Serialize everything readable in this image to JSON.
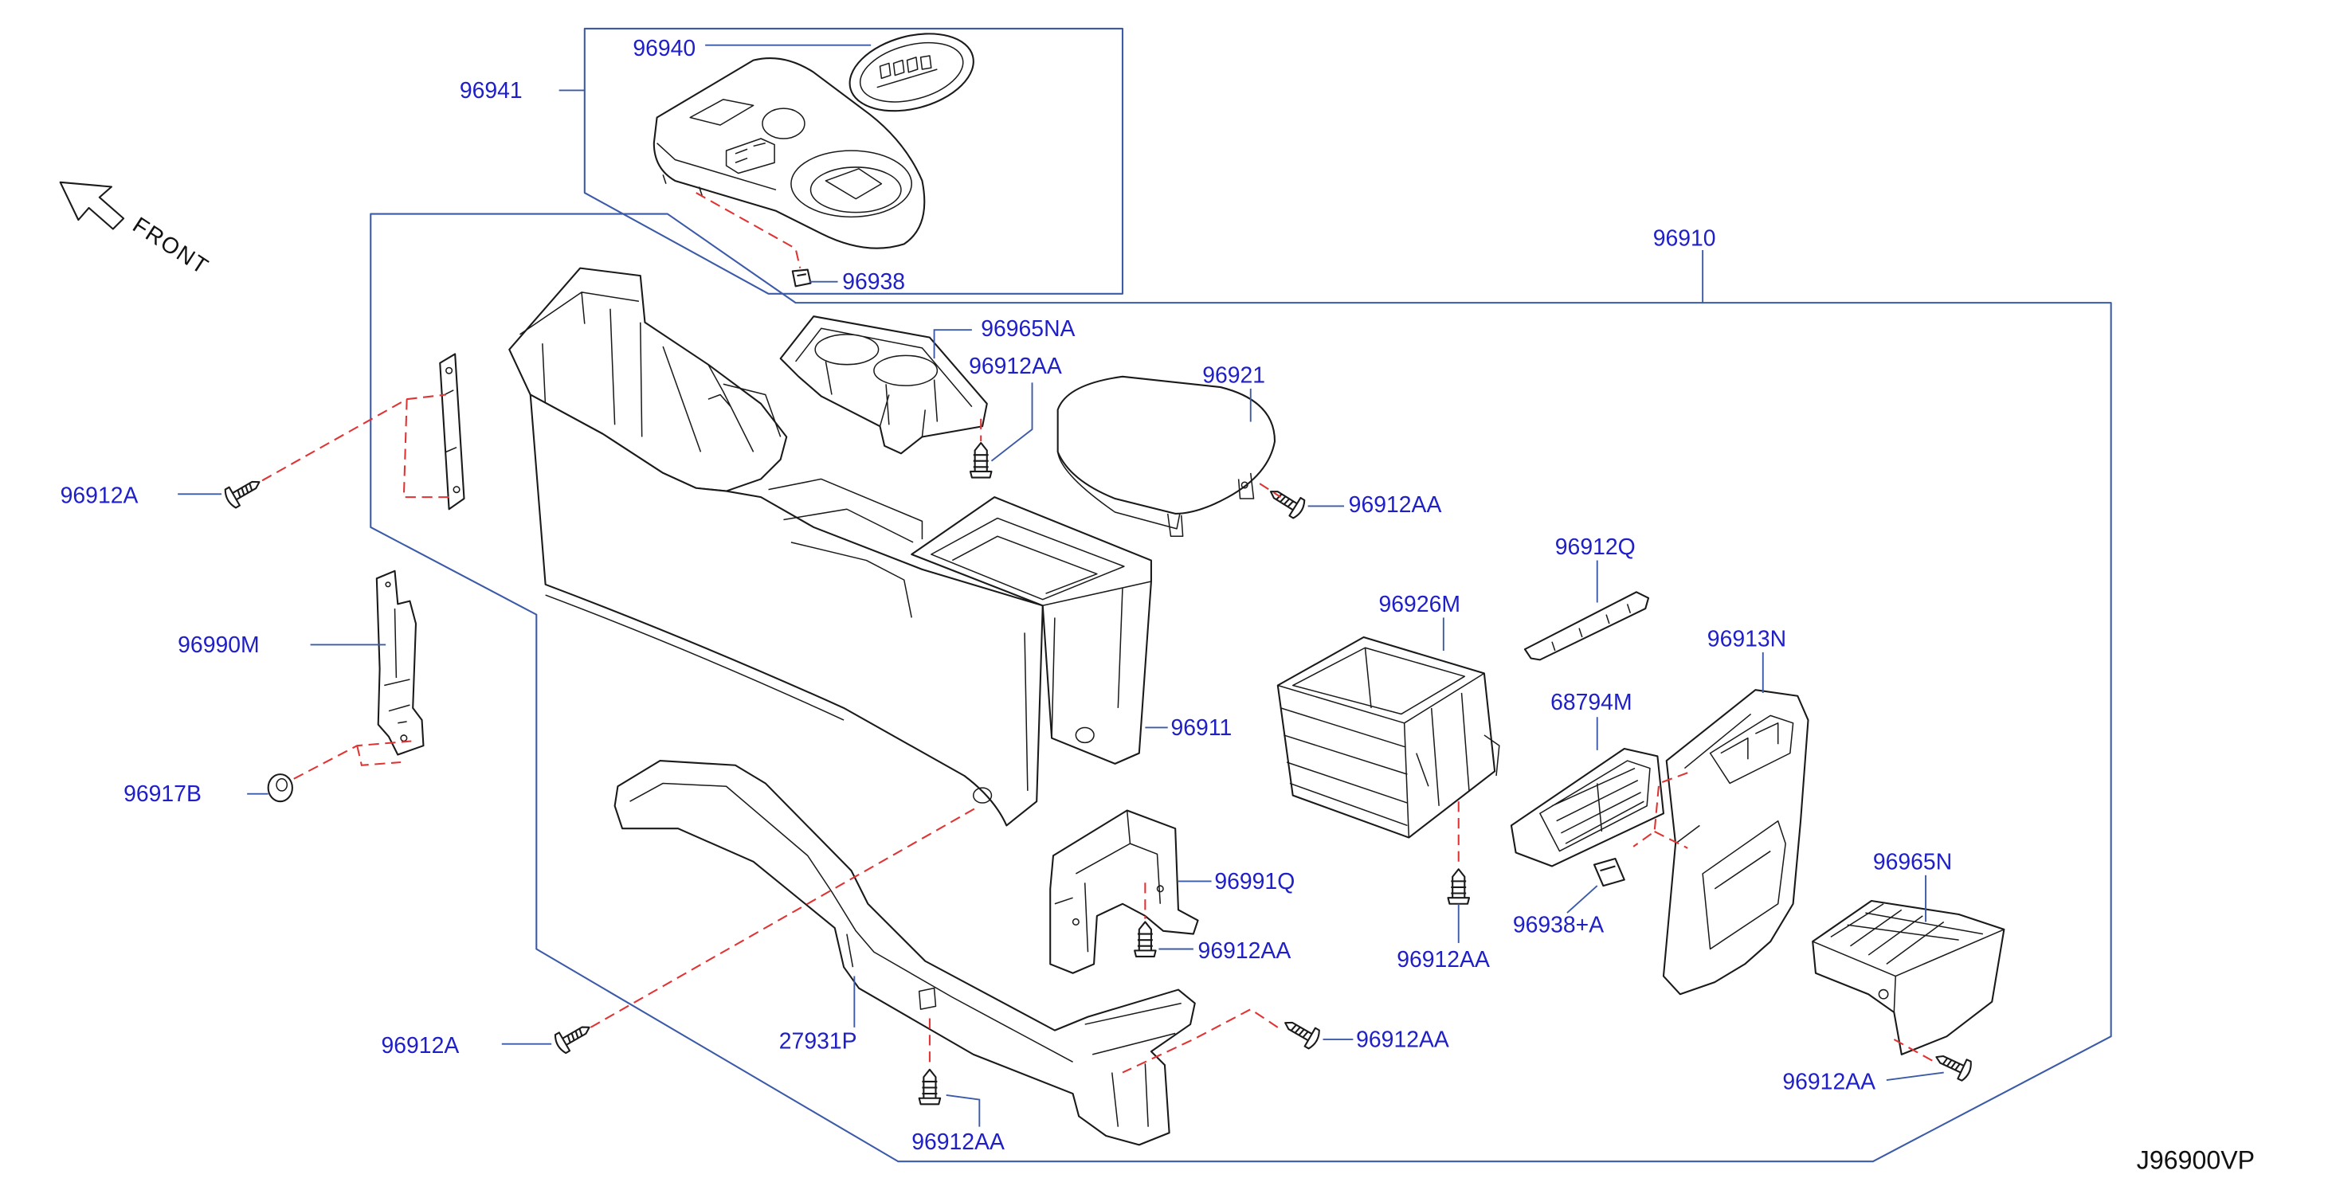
{
  "front_label": "FRONT",
  "drawing_code": "J96900VP",
  "callouts": [
    "96940",
    "96941",
    "96938",
    "96910",
    "96965NA",
    "96912AA",
    "96921",
    "96912A",
    "96912AA",
    "96912Q",
    "96926M",
    "96913N",
    "96990M",
    "68794M",
    "96911",
    "96917B",
    "96965N",
    "96991Q",
    "96938+A",
    "96912AA",
    "96912AA",
    "96912A",
    "27931P",
    "96912AA",
    "96912AA",
    "96912AA"
  ],
  "colors": {
    "callout_text": "#1f1fc8",
    "group_frame": "#3b5aa8",
    "part_line": "#1a1a1a",
    "attachment_dash": "#e03434"
  }
}
